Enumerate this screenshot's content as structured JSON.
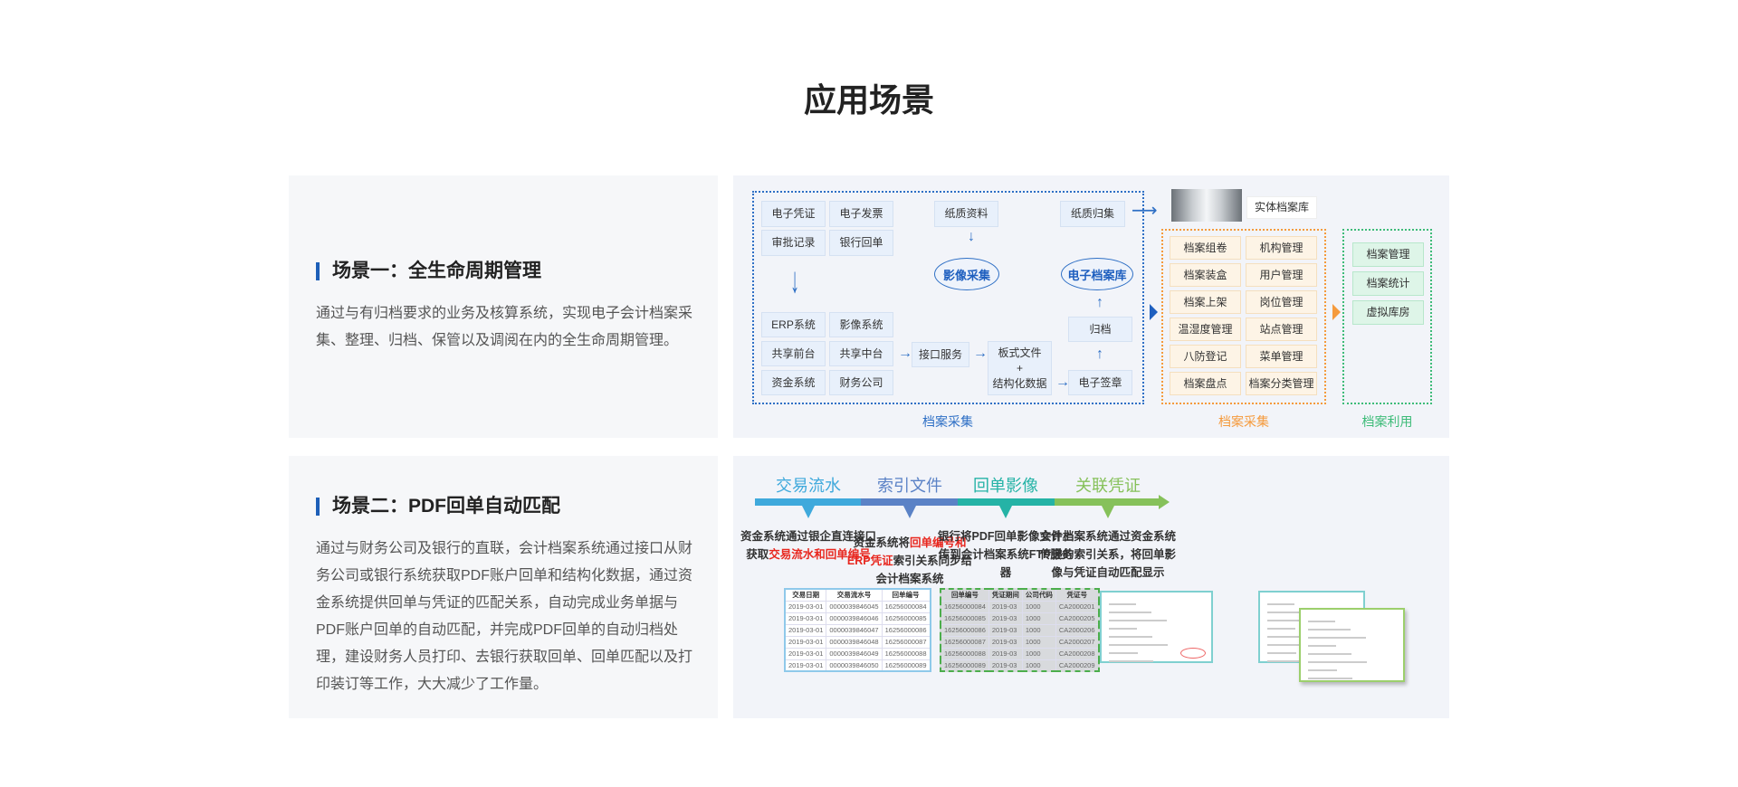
{
  "page_title": "应用场景",
  "scene1": {
    "title": "场景一：全生命周期管理",
    "description": "通过与有归档要求的业务及核算系统，实现电子会计档案采集、整理、归档、保管以及调阅在内的全生命周期管理。"
  },
  "scene2": {
    "title": "场景二：PDF回单自动匹配",
    "description": "通过与财务公司及银行的直联，会计档案系统通过接口从财务公司或银行系统获取PDF账户回单和结构化数据，通过资金系统提供回单与凭证的匹配关系，自动完成业务单据与PDF账户回单的自动匹配，并完成PDF回单的自动归档处理，建设财务人员打印、去银行获取回单、回单匹配以及打印装订等工作，大大减少了工作量。"
  },
  "diagram1": {
    "sources": [
      "电子凭证",
      "电子发票",
      "审批记录",
      "银行回单"
    ],
    "systems": [
      "ERP系统",
      "影像系统",
      "共享前台",
      "共享中台",
      "资金系统",
      "财务公司"
    ],
    "paper": "纸质资料",
    "image_capture": "影像采集",
    "paper_collect": "纸质归集",
    "interface": "接口服务",
    "format_file": "板式文件",
    "plus": "+",
    "structured": "结构化数据",
    "e_seal": "电子签章",
    "archive": "归档",
    "e_archive_db": "电子档案库",
    "physical_archive": "实体档案库",
    "collect_label": "档案采集",
    "manage_items": [
      "档案组卷",
      "机构管理",
      "档案装盒",
      "用户管理",
      "档案上架",
      "岗位管理",
      "温湿度管理",
      "站点管理",
      "八防登记",
      "菜单管理",
      "档案盘点",
      "档案分类管理"
    ],
    "manage_label": "档案采集",
    "use_items": [
      "档案管理",
      "档案统计",
      "虚拟库房"
    ],
    "use_label": "档案利用",
    "colors": {
      "blue": "#2e6fc5",
      "orange": "#f59a3c",
      "green": "#3dbb78"
    }
  },
  "diagram2": {
    "steps": [
      {
        "title": "交易流水",
        "color": "#3fa9dc",
        "desc": [
          {
            "t": "资金系统通过银企直连接口获取"
          },
          {
            "t": "交易流水和回单编号",
            "red": true
          }
        ]
      },
      {
        "title": "索引文件",
        "color": "#5b82c6",
        "desc": [
          {
            "t": "资金系统将"
          },
          {
            "t": "回单编号和ERP凭证",
            "red": true
          },
          {
            "t": "索引关系同步给会计档案系统"
          }
        ]
      },
      {
        "title": "回单影像",
        "color": "#25b3a6",
        "desc": [
          {
            "t": "银行将PDF回单影像文件上传到会计档案系统FTP服务器"
          }
        ]
      },
      {
        "title": "关联凭证",
        "color": "#86c15a",
        "desc": [
          {
            "t": "会计档案系统通过资金系统传递的索引关系，将回单影像与凭证自动匹配显示"
          }
        ]
      }
    ],
    "table1": {
      "headers": [
        "交易日期",
        "交易流水号",
        "回单编号"
      ],
      "rows": [
        [
          "2019-03-01",
          "0000039846045",
          "16256000084"
        ],
        [
          "2019-03-01",
          "0000039846046",
          "16256000085"
        ],
        [
          "2019-03-01",
          "0000039846047",
          "16256000086"
        ],
        [
          "2019-03-01",
          "0000039846048",
          "16256000087"
        ],
        [
          "2019-03-01",
          "0000039846049",
          "16256000088"
        ],
        [
          "2019-03-01",
          "0000039846050",
          "16256000089"
        ]
      ]
    },
    "table2": {
      "headers": [
        "回单编号",
        "凭证期间",
        "公司代码",
        "凭证号"
      ],
      "rows": [
        [
          "16256000084",
          "2019-03",
          "1000",
          "CA2000201"
        ],
        [
          "16256000085",
          "2019-03",
          "1000",
          "CA2000205"
        ],
        [
          "16256000086",
          "2019-03",
          "1000",
          "CA2000206"
        ],
        [
          "16256000087",
          "2019-03",
          "1000",
          "CA2000207"
        ],
        [
          "16256000088",
          "2019-03",
          "1000",
          "CA2000208"
        ],
        [
          "16256000089",
          "2019-03",
          "1000",
          "CA2000209"
        ]
      ]
    }
  }
}
